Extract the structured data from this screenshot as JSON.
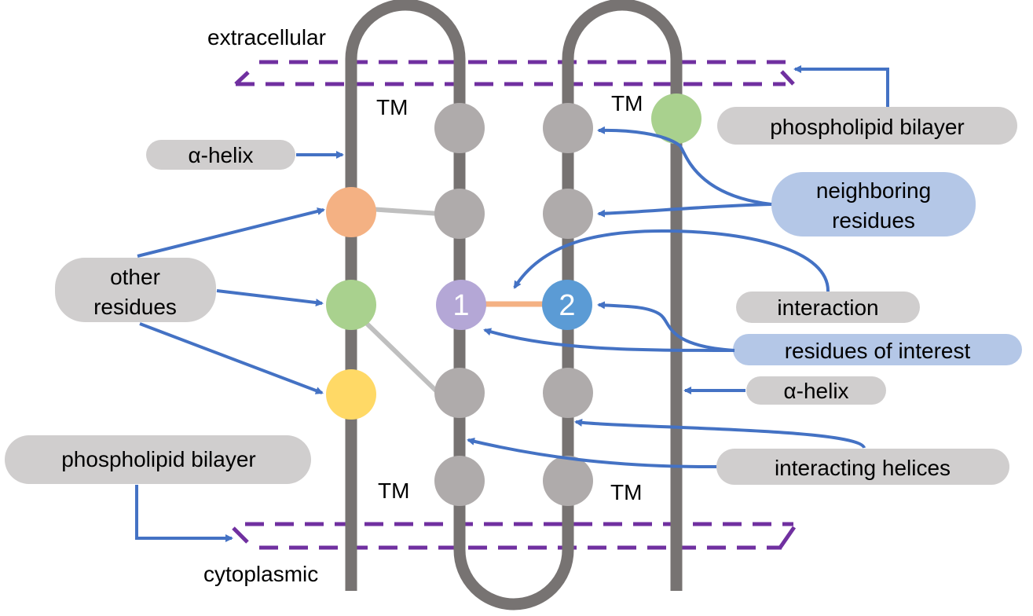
{
  "labels": {
    "extracellular": "extracellular",
    "cytoplasmic": "cytoplasmic",
    "tm": "TM"
  },
  "pills": {
    "alpha_helix_left": "α-helix",
    "alpha_helix_right": "α-helix",
    "other_residues_line1": "other",
    "other_residues_line2": "residues",
    "phospholipid_bilayer_top": "phospholipid bilayer",
    "phospholipid_bilayer_bottom": "phospholipid bilayer",
    "neighboring_residues_line1": "neighboring",
    "neighboring_residues_line2": "residues",
    "interaction": "interaction",
    "residues_of_interest": "residues of interest",
    "interacting_helices": "interacting helices"
  },
  "residues": {
    "residue_1": "1",
    "residue_2": "2"
  },
  "colors": {
    "helix": "#777372",
    "membrane": "#7030a0",
    "arrow": "#4472c4",
    "pill_gray": "#d0cece",
    "pill_blue": "#b4c7e7",
    "residue_gray": "#afabab",
    "residue_orange": "#f4b183",
    "residue_green": "#a9d18e",
    "residue_yellow": "#ffd966",
    "residue_purple": "#b4a7d6",
    "residue_blue": "#5b9bd5",
    "interaction_bond": "#f4b183",
    "gray_bond": "#bfbfbf"
  }
}
